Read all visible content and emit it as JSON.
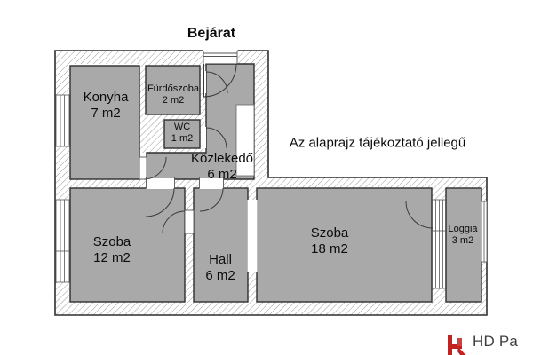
{
  "page": {
    "entrance_label": "Bejárat",
    "disclaimer": "Az alaprajz tájékoztató jellegű"
  },
  "rooms": {
    "konyha": {
      "name": "Konyha",
      "area": "7 m2"
    },
    "furdoszoba": {
      "name": "Fürdőszoba",
      "area": "2 m2"
    },
    "wc": {
      "name": "WC",
      "area": "1 m2"
    },
    "kozlekedo": {
      "name": "Közlekedő",
      "area": "6 m2"
    },
    "szoba12": {
      "name": "Szoba",
      "area": "12 m2"
    },
    "hall": {
      "name": "Hall",
      "area": "6 m2"
    },
    "szoba18": {
      "name": "Szoba",
      "area": "18 m2"
    },
    "loggia": {
      "name": "Loggia",
      "area": "3 m2"
    }
  },
  "watermark": {
    "text": "HD Pa"
  },
  "colors": {
    "room_fill": "#a9a9a9",
    "wall_line": "#2f2f2f",
    "hatch_line": "#9b9b9b",
    "logo_red": "#c32222",
    "logo_text": "#3f3f3f"
  }
}
